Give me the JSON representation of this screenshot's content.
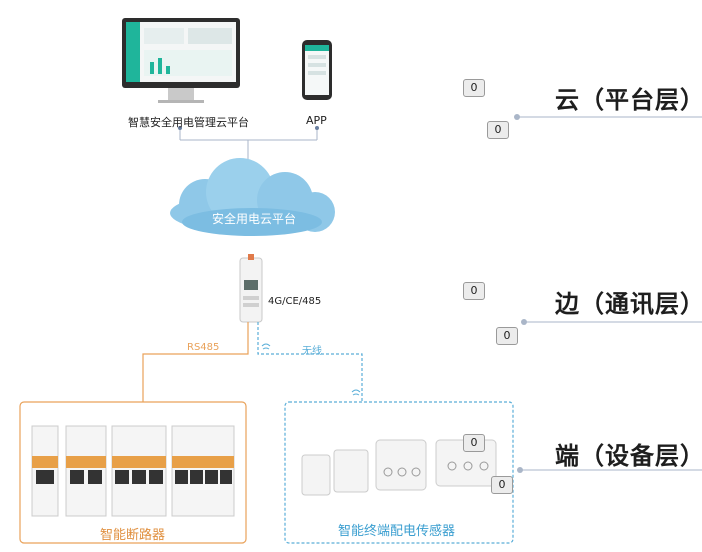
{
  "platform": {
    "monitor_caption": "智慧安全用电管理云平台",
    "app_caption": "APP",
    "cloud_label": "安全用电云平台"
  },
  "gateway": {
    "label": "4G/CE/485"
  },
  "links": {
    "rs485_label": "RS485",
    "wireless_label": "无线"
  },
  "devices": {
    "breakers_caption": "智能断路器",
    "sensors_caption": "智能终端配电传感器"
  },
  "layers": [
    {
      "title": "云（平台层）",
      "badge_a": "0",
      "badge_b": "0"
    },
    {
      "title": "边（通讯层）",
      "badge_a": "0",
      "badge_b": "0"
    },
    {
      "title": "端（设备层）",
      "badge_a": "0",
      "badge_b": "0"
    }
  ],
  "colors": {
    "accent_green": "#1fb59b",
    "cloud_blue": "#8fc8e8",
    "rs485_orange": "#e9a25a",
    "wireless_blue": "#5aaed8",
    "connector_gray": "#aab6c8"
  }
}
